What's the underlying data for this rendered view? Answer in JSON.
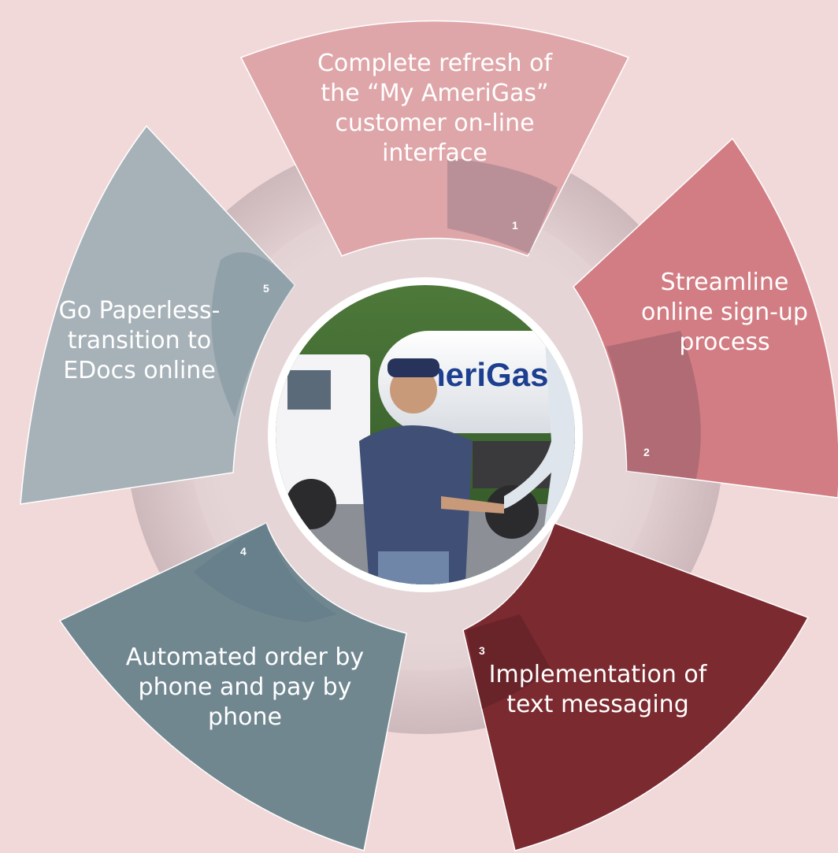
{
  "segments": [
    {
      "number": "1",
      "label": "Complete refresh of the “My AmeriGas” customer on-line interface",
      "color": "#dfa6aa"
    },
    {
      "number": "2",
      "label": "Streamline online sign-up process",
      "color": "#d27d83"
    },
    {
      "number": "3",
      "label": "Implementation of text messaging",
      "color": "#7b2a30"
    },
    {
      "number": "4",
      "label": "Automated order by phone and pay by phone",
      "color": "#718790"
    },
    {
      "number": "5",
      "label": "Go Paperless- transition to EDocs online",
      "color": "#a7b2b8"
    }
  ],
  "center_photo": {
    "tank_text": "AmeriGas",
    "description_icon": "truck-photo"
  },
  "colors": {
    "background": "#f2d9d9",
    "ring": "#d9c5c7",
    "photo_border": "#ffffff"
  }
}
